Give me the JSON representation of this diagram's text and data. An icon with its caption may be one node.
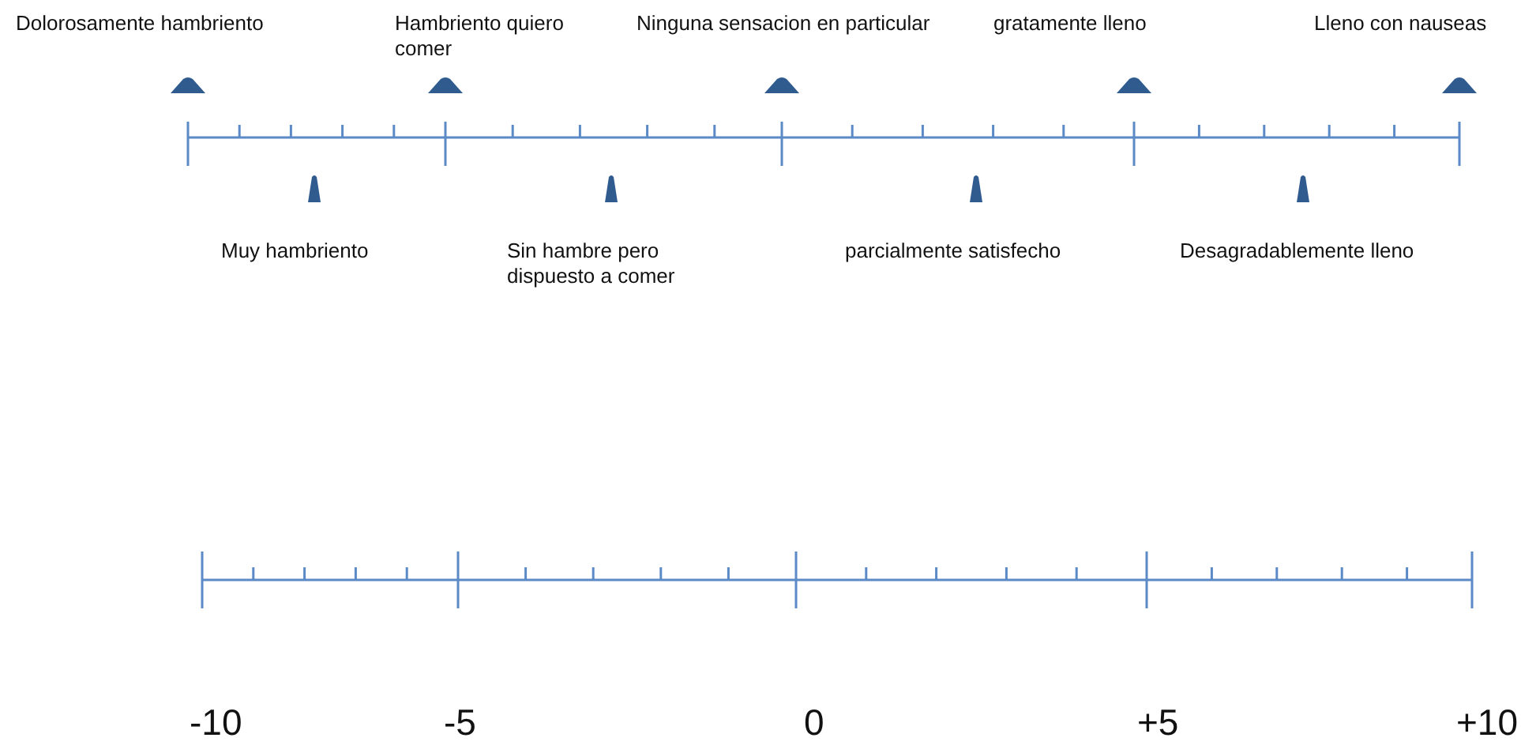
{
  "diagram": {
    "labels": [
      "Dolorosamente hambriento",
      "Hambriento quiero comer",
      "Ninguna sensacion en particular",
      "gratamente lleno",
      "Lleno con nauseas",
      "Muy hambriento",
      "Sin hambre pero dispuesto a comer",
      "parcialmente satisfecho",
      "Desagradablemente lleno",
      "-10",
      "-5",
      "0",
      "+5",
      "+10"
    ]
  }
}
